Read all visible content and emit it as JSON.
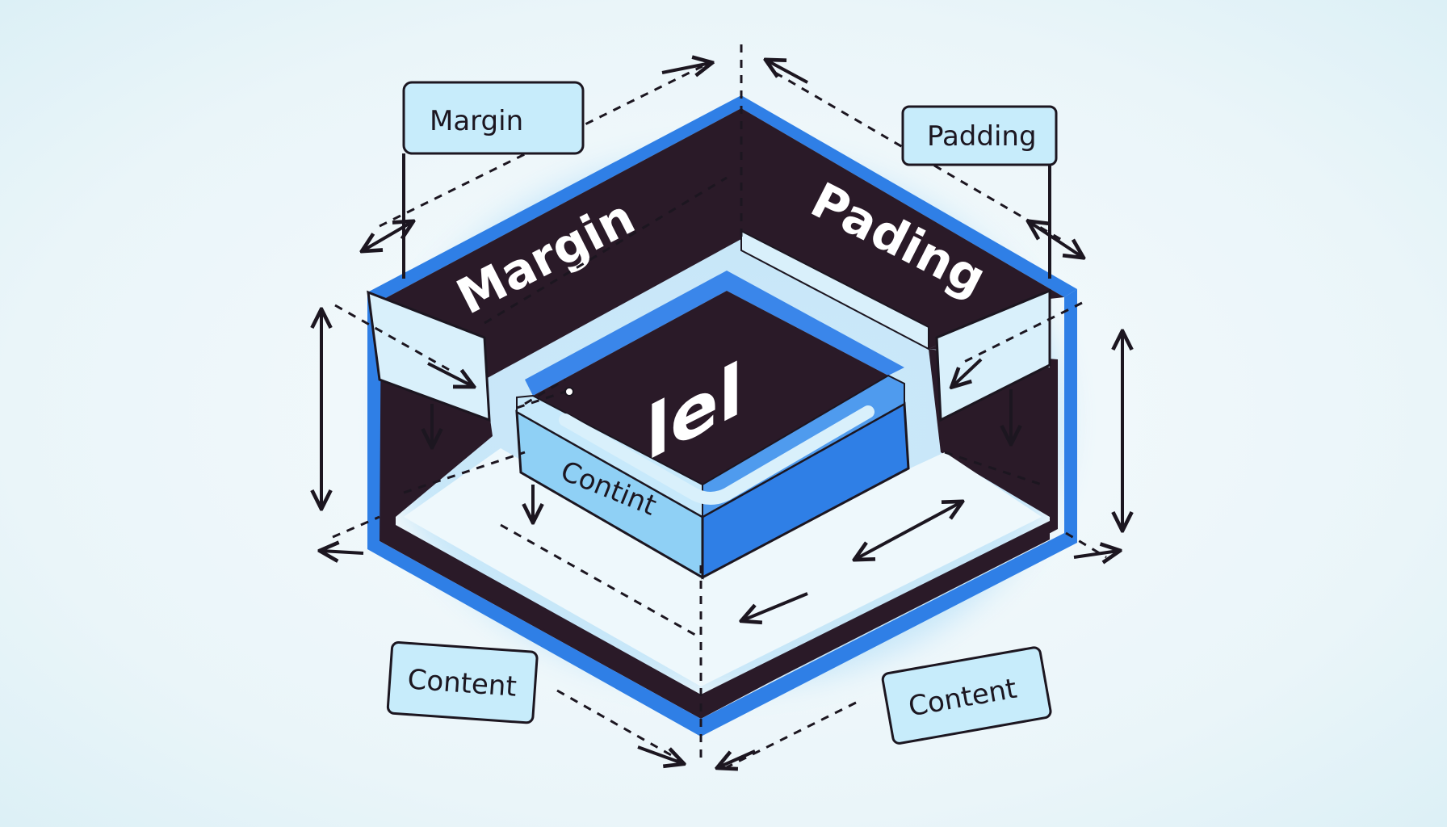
{
  "labels": {
    "margin_box": "Margin",
    "padding_box": "Padding",
    "content_box_left": "Content",
    "content_box_right": "Content"
  },
  "walls": {
    "left_wall": "Margin",
    "right_wall": "Pading",
    "inner_label": "Contint",
    "logo_glyph": "lel"
  },
  "colors": {
    "background": "#eaf5f9",
    "frame_blue": "#2f7fe6",
    "frame_dark": "#2a1a28",
    "light_blue": "#8fd0f5",
    "pale_blue": "#d9f0fb",
    "ink": "#1c1620"
  }
}
